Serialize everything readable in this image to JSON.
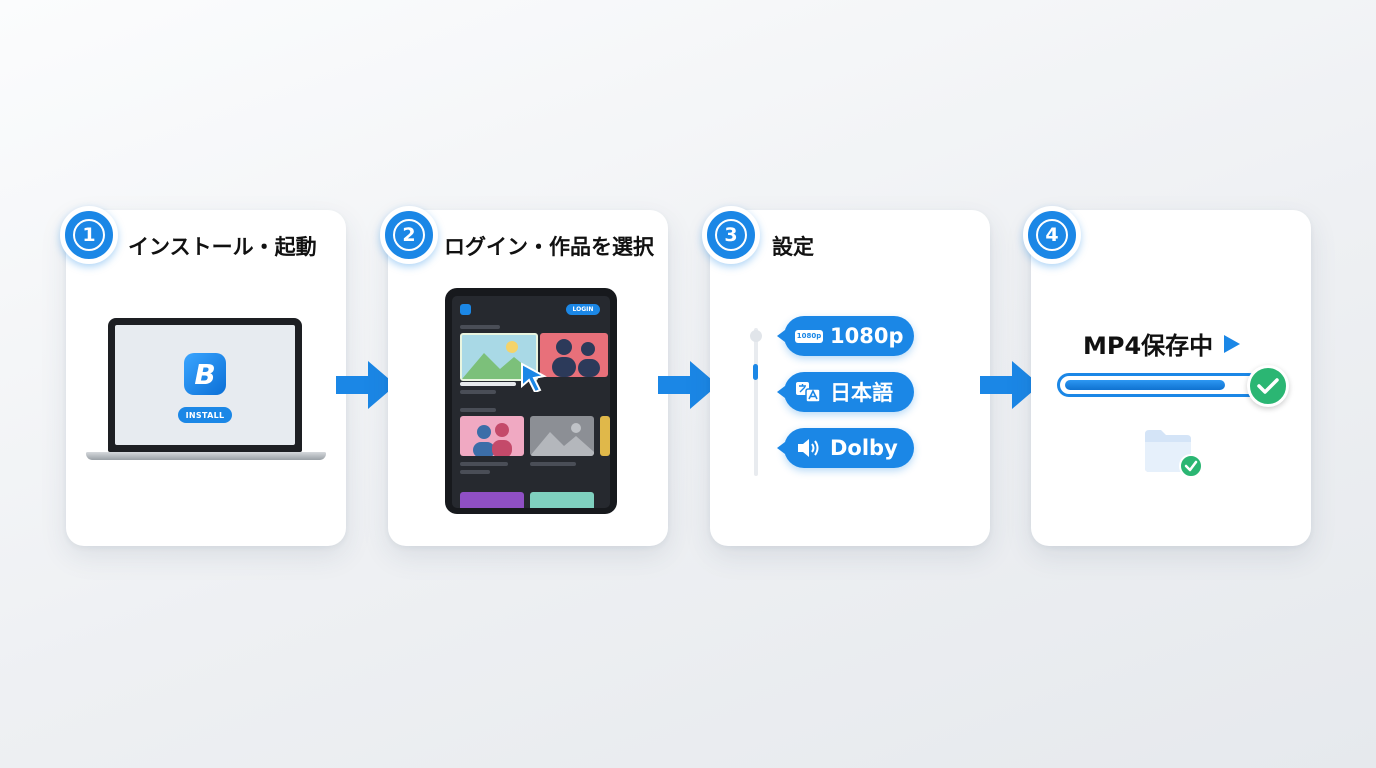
{
  "steps": [
    {
      "number": "1",
      "title": "インストール・起動",
      "install_label": "INSTALL",
      "app_letter": "B"
    },
    {
      "number": "2",
      "title": "ログイン・作品を選択",
      "login_label": "LOGIN"
    },
    {
      "number": "3",
      "title": "設定",
      "options": [
        {
          "label": "1080p",
          "icon": "hd-1080-icon",
          "icon_text": "1080p"
        },
        {
          "label": "日本語",
          "icon": "translate-icon"
        },
        {
          "label": "Dolby",
          "icon": "speaker-icon"
        }
      ]
    },
    {
      "number": "4",
      "title": "",
      "save_label": "MP4保存中",
      "progress": 0.85
    }
  ],
  "colors": {
    "accent": "#1b87e6",
    "success": "#2bb673",
    "card": "#ffffff"
  }
}
